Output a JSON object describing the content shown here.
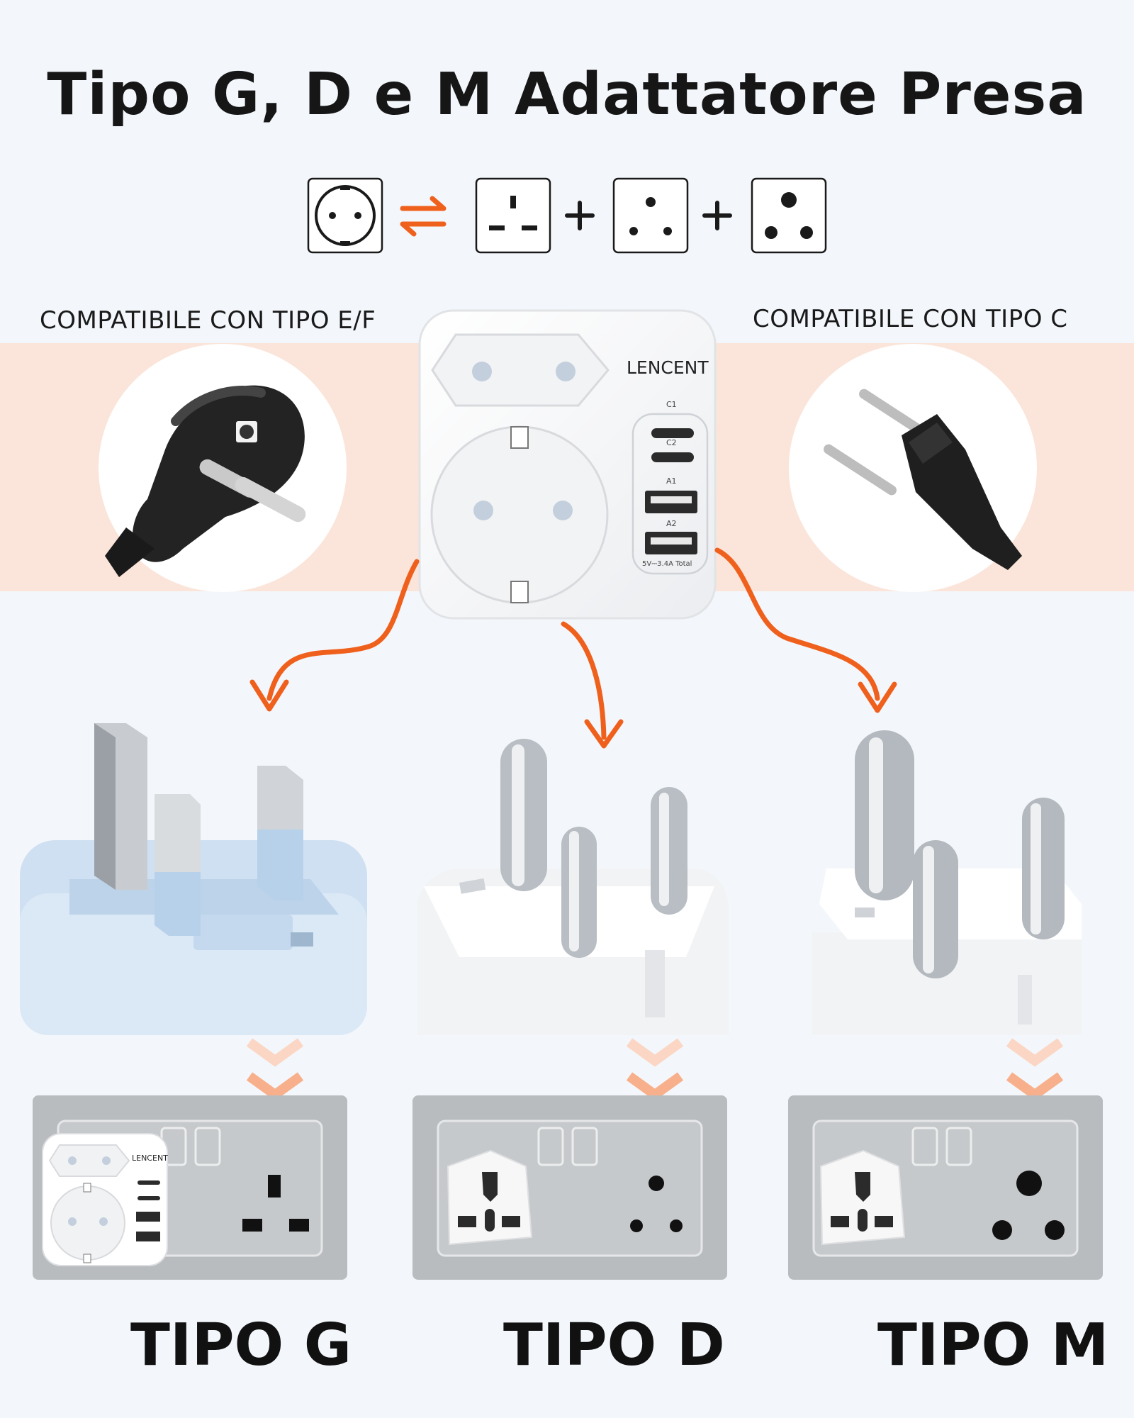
{
  "title": "Tipo G, D e M Adattatore Presa",
  "compat_left": "COMPATIBILE CON TIPO E/F",
  "compat_right": "COMPATIBILE CON TIPO C",
  "brand": "LENCENT",
  "adapter_ports": {
    "c1": "C1",
    "c2": "C2",
    "a1": "A1",
    "a2": "A2",
    "rating": "5V⎓3.4A Total"
  },
  "socket_labels": {
    "g": "TIPO G",
    "d": "TIPO D",
    "m": "TIPO M"
  },
  "colors": {
    "accent": "#f0601d",
    "band": "#fbe5da",
    "background": "#f3f7fb"
  }
}
